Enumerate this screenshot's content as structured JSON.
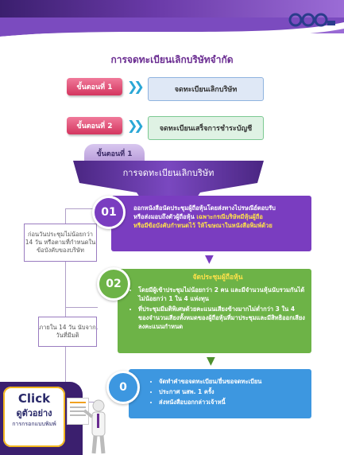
{
  "header": {
    "logo_icon": "company-logo-icon"
  },
  "title": "การจดทะเบียนเลิกบริษัทจำกัด",
  "steps": [
    {
      "pill": "ขั้นตอนที่ 1",
      "box": "จดทะเบียนเลิกบริษัท"
    },
    {
      "pill": "ขั้นตอนที่ 2",
      "box": "จดทะเบียนเสร็จการชำระบัญชี"
    }
  ],
  "tab": "ขั้นตอนที่ 1",
  "funnel_title": "การจดทะเบียนเลิกบริษัท",
  "side_notes": [
    "ก่อนวันประชุมไม่น้อยกว่า 14 วัน หรือตามที่กำหนดในข้อบังคับของบริษัท",
    "ภายใน 14 วัน นับจากวันที่มีมติ"
  ],
  "stages": [
    {
      "number": "01",
      "line1": "ออกหนังสือนัดประชุมผู้ถือหุ้นโดยส่งทางไปรษณีย์ตอบรับ",
      "line2": "หรือส่งมอบถึงตัวผู้ถือหุ้น",
      "line2_hl": " เฉพาะกรณีบริษัทมีหุ้นผู้ถือ",
      "line3_hl": "หรือมีข้อบังคับกำหนดไว้ ให้โฆษณาในหนังสือพิมพ์ด้วย"
    },
    {
      "number": "02",
      "heading": "จัดประชุมผู้ถือหุ้น",
      "bullets": [
        "โดยมีผู้เข้าประชุมไม่น้อยกว่า 2 คน และมีจำนวนหุ้นนับรวมกันได้ไม่น้อยกว่า 1 ใน 4 แห่งทุน",
        "ที่ประชุมมีมติพิเศษด้วยคะแนนเสียงข้างมากไม่ต่ำกว่า 3 ใน 4 ของจำนวนเสียงทั้งหมดของผู้ถือหุ้นที่มาประชุมและมีสิทธิออกเสียงลงคะแนนกำหนด"
      ]
    },
    {
      "number": "0",
      "bullets": [
        "จัดทำคำขอจดทะเบียน/ยื่นขอจดทะเบียน",
        "ประกาศ นสพ. 1 ครั้ง",
        "ส่งหนังสือบอกกล่าวเจ้าหนี้"
      ]
    }
  ],
  "click_banner": {
    "click": "Click",
    "line1": "ดูตัวอย่าง",
    "line2": "การกรอกแบบพิมพ์"
  }
}
